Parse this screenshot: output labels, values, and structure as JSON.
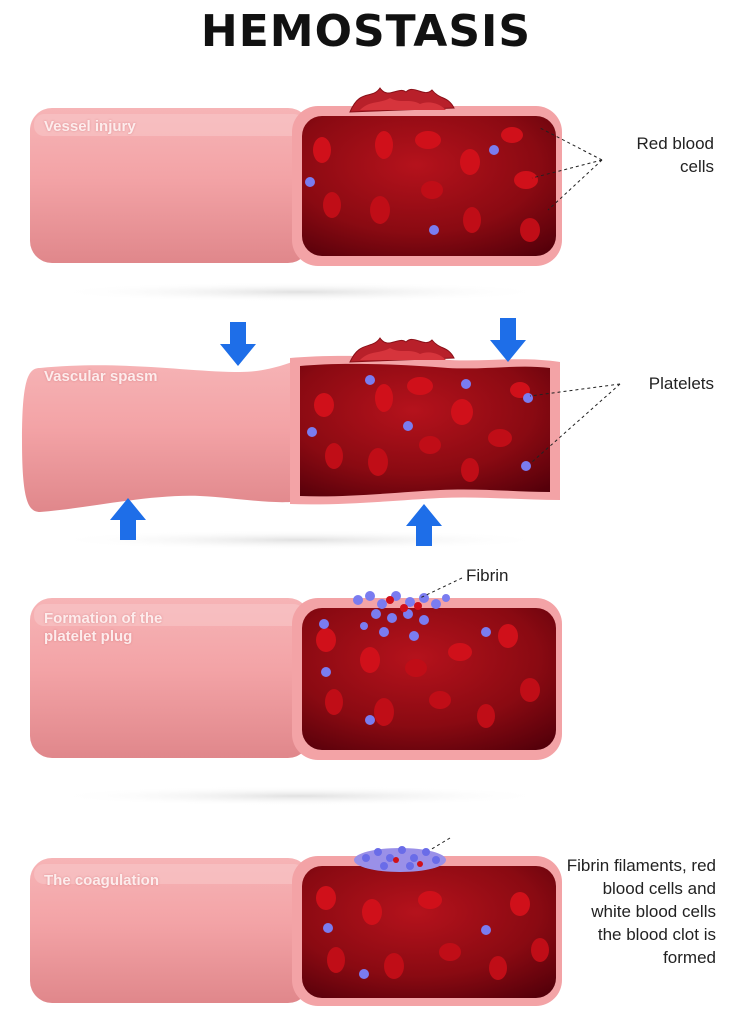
{
  "title": "HEMOSTASIS",
  "stages": [
    {
      "label": "Vessel injury"
    },
    {
      "label": "Vascular spasm"
    },
    {
      "label": "Formation of the platelet plug"
    },
    {
      "label": "The coagulation"
    }
  ],
  "callouts": {
    "red_blood_cells": "Red blood cells",
    "platelets": "Platelets",
    "fibrin": "Fibrin",
    "clot_text": "Fibrin filaments, red blood cells and white blood cells the blood clot is formed"
  },
  "colors": {
    "vessel_wall": "#f3a3a6",
    "vessel_wall_light": "#f8c6c8",
    "blood_interior": "#8a0a12",
    "blood_dark": "#5a0008",
    "red_cell": "#d0101a",
    "platelet": "#7a7cf0",
    "clot": "#b8202a",
    "arrow": "#1e6ee8"
  }
}
